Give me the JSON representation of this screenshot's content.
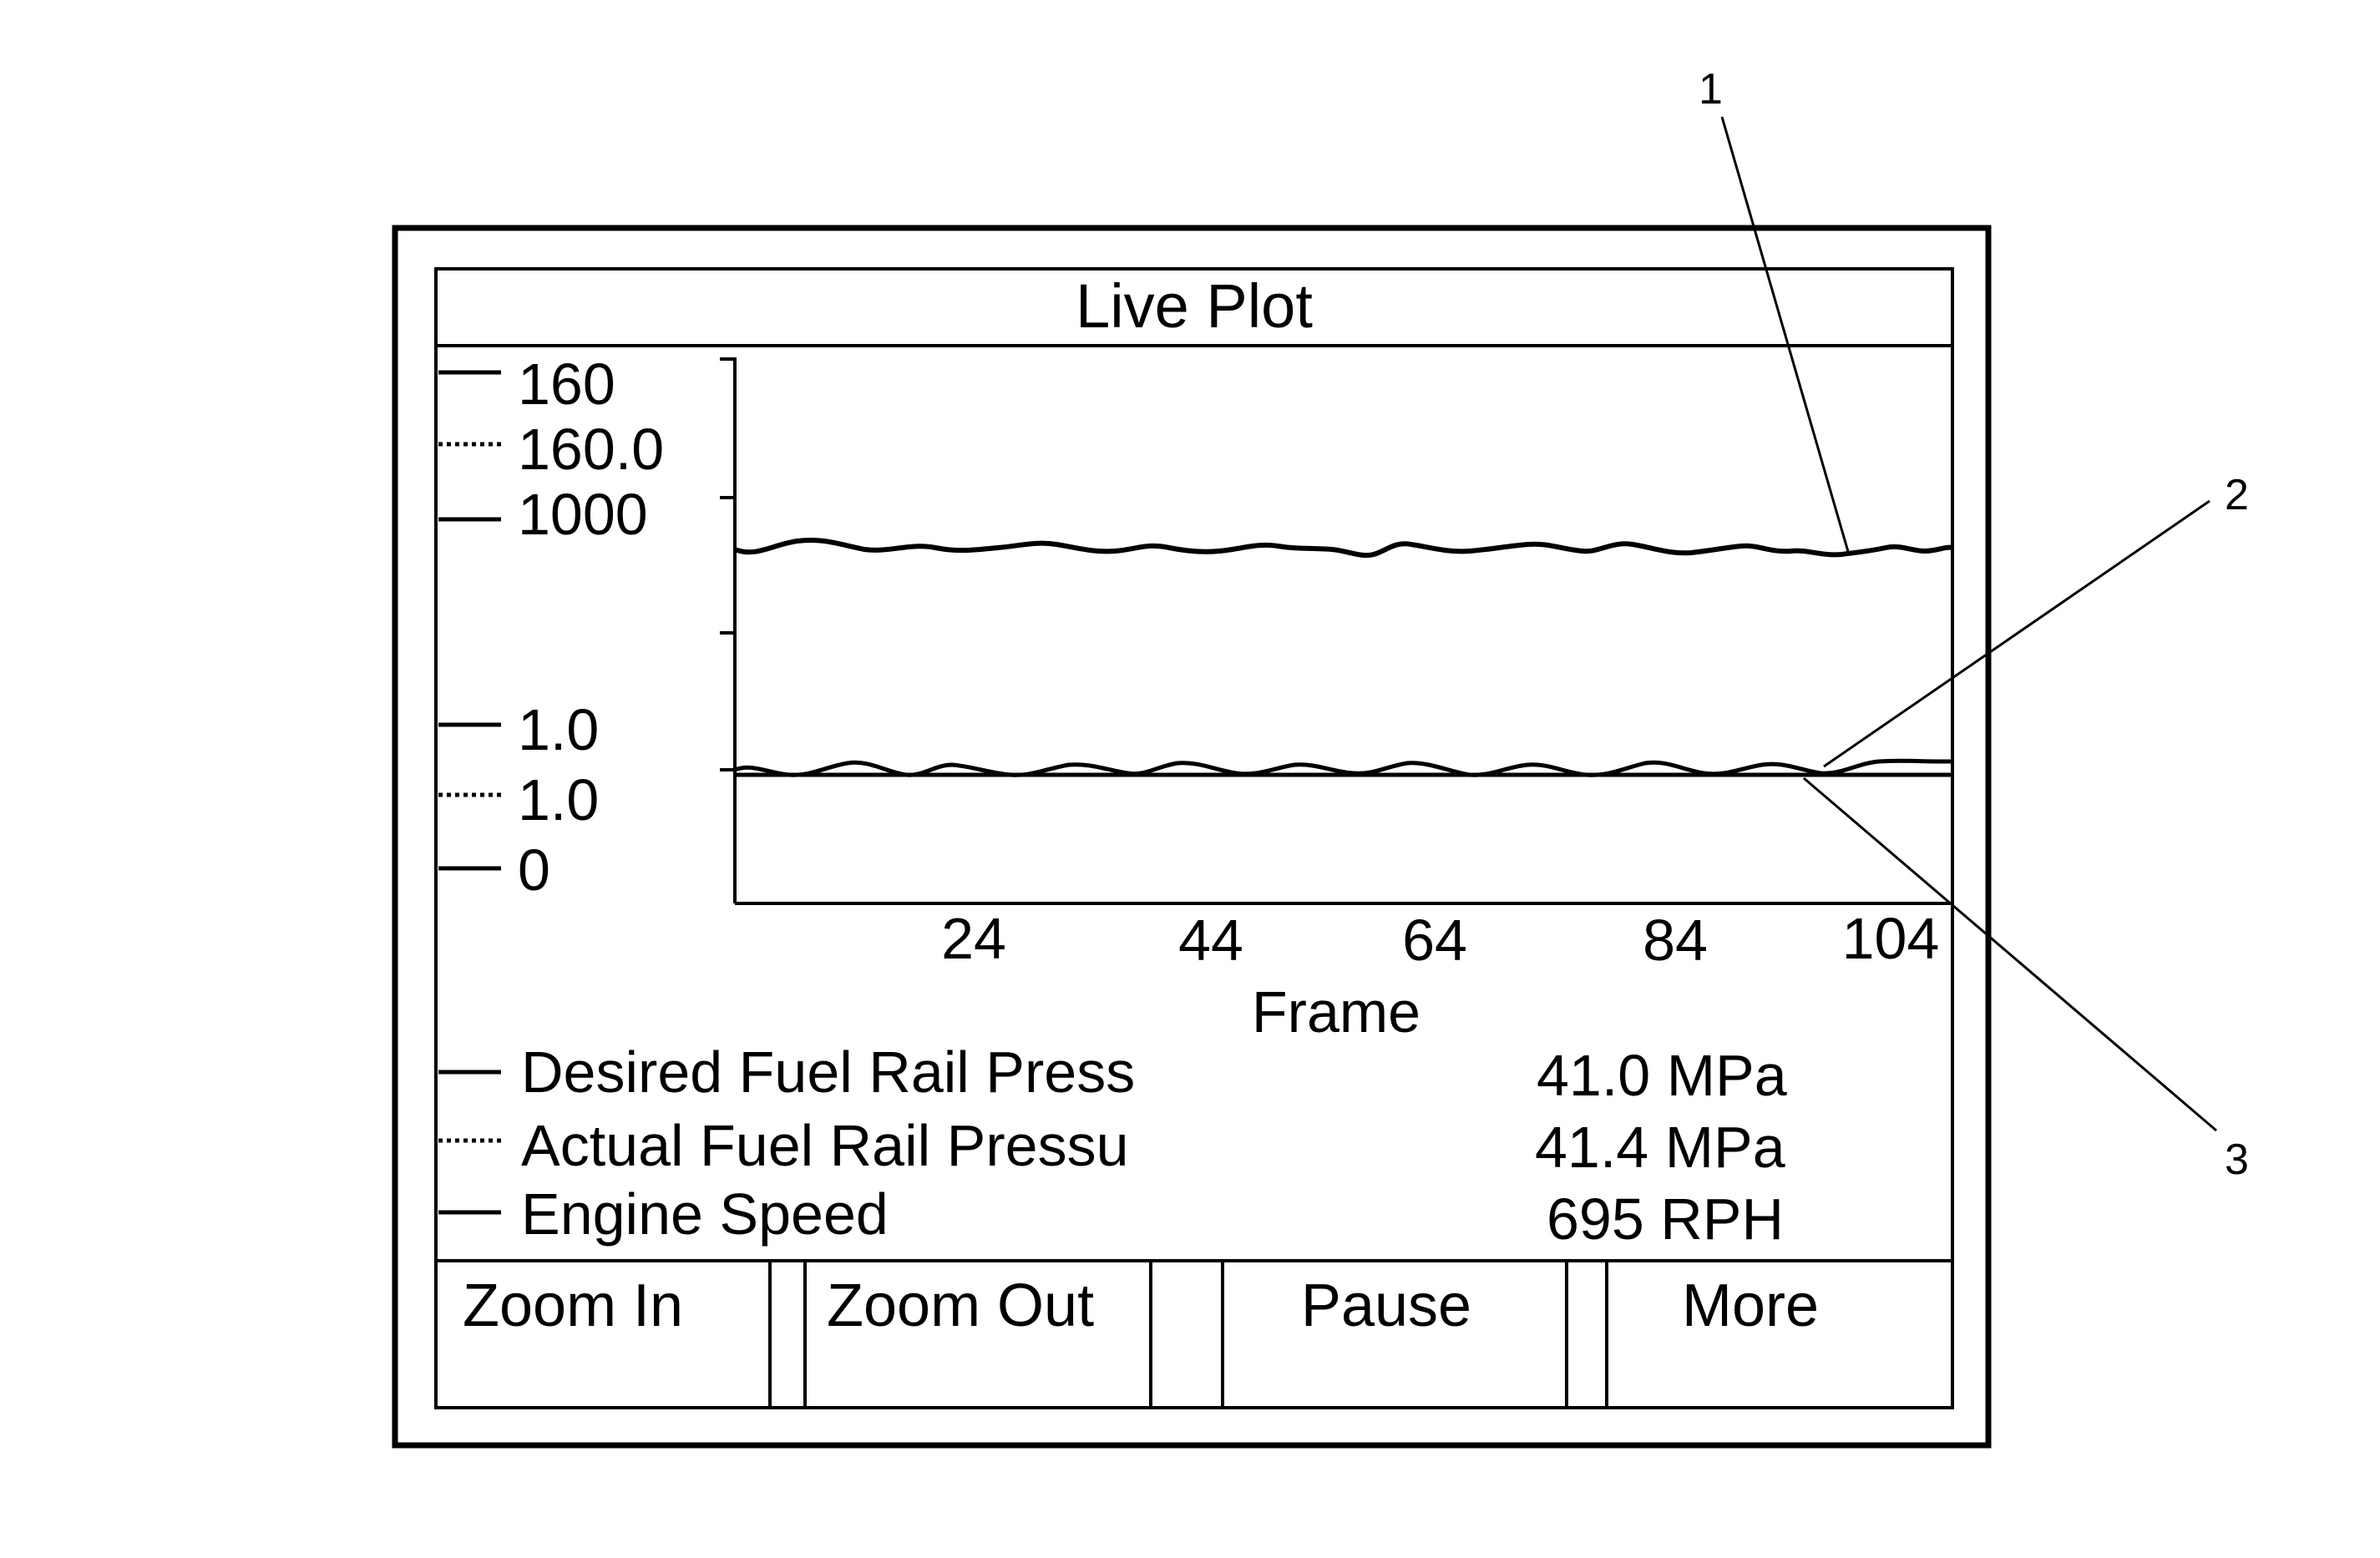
{
  "window": {
    "title": "Live Plot"
  },
  "scale_labels": [
    {
      "text": "160",
      "style": "solid"
    },
    {
      "text": "160.0",
      "style": "dotted"
    },
    {
      "text": "1000",
      "style": "solid"
    },
    {
      "text": "1.0",
      "style": "solid"
    },
    {
      "text": "1.0",
      "style": "dotted"
    },
    {
      "text": "0",
      "style": "solid"
    }
  ],
  "chart_data": {
    "type": "line",
    "title": "",
    "xlabel": "Frame",
    "x_ticks": [
      "24",
      "44",
      "64",
      "84",
      "104"
    ],
    "series": [
      {
        "name": "Engine Speed",
        "style": "solid",
        "approx_level_fraction": 0.64
      },
      {
        "name": "Desired Fuel Rail Press",
        "style": "solid",
        "approx_level_fraction": 0.235
      },
      {
        "name": "Actual Fuel Rail Pressu",
        "style": "dotted",
        "approx_level_fraction": 0.235
      }
    ]
  },
  "legend": [
    {
      "label": "Desired Fuel Rail Press",
      "value": "41.0 MPa",
      "style": "solid"
    },
    {
      "label": "Actual Fuel Rail Pressu",
      "value": "41.4 MPa",
      "style": "dotted"
    },
    {
      "label": "Engine Speed",
      "value": "695 RPH",
      "style": "solid"
    }
  ],
  "buttons": [
    {
      "label": "Zoom In"
    },
    {
      "label": "Zoom Out"
    },
    {
      "label": "Pause"
    },
    {
      "label": "More"
    }
  ],
  "callouts": [
    "1",
    "2",
    "3"
  ]
}
